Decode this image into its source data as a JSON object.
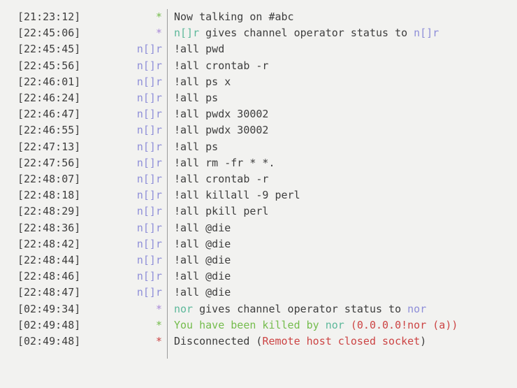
{
  "app": {
    "description": "IRC chat log window",
    "channel": "#abc"
  },
  "colors": {
    "background": "#f2f2f0",
    "text": "#3d3d3d",
    "nick": "#8e8ed8",
    "teal": "#5cb89a",
    "green": "#74bc4c",
    "red": "#cc4444",
    "purple": "#a98ad8",
    "separator": "#9a9a9a"
  },
  "log": {
    "rows": [
      {
        "time": "[21:23:12]",
        "marker": {
          "text": "*",
          "color": "green"
        },
        "segments": [
          {
            "text": "Now talking on #abc",
            "color": "text"
          }
        ]
      },
      {
        "time": "[22:45:06]",
        "marker": {
          "text": "*",
          "color": "purple"
        },
        "segments": [
          {
            "text": "n[]r",
            "color": "teal"
          },
          {
            "text": " gives channel operator status to ",
            "color": "text"
          },
          {
            "text": "n[]r",
            "color": "nick"
          }
        ]
      },
      {
        "time": "[22:45:45]",
        "marker": {
          "text": "n[]r",
          "color": "nick"
        },
        "segments": [
          {
            "text": "!all pwd",
            "color": "text"
          }
        ]
      },
      {
        "time": "[22:45:56]",
        "marker": {
          "text": "n[]r",
          "color": "nick"
        },
        "segments": [
          {
            "text": "!all crontab -r",
            "color": "text"
          }
        ]
      },
      {
        "time": "[22:46:01]",
        "marker": {
          "text": "n[]r",
          "color": "nick"
        },
        "segments": [
          {
            "text": "!all ps x",
            "color": "text"
          }
        ]
      },
      {
        "time": "[22:46:24]",
        "marker": {
          "text": "n[]r",
          "color": "nick"
        },
        "segments": [
          {
            "text": "!all ps",
            "color": "text"
          }
        ]
      },
      {
        "time": "[22:46:47]",
        "marker": {
          "text": "n[]r",
          "color": "nick"
        },
        "segments": [
          {
            "text": "!all pwdx 30002",
            "color": "text"
          }
        ]
      },
      {
        "time": "[22:46:55]",
        "marker": {
          "text": "n[]r",
          "color": "nick"
        },
        "segments": [
          {
            "text": "!all pwdx 30002",
            "color": "text"
          }
        ]
      },
      {
        "time": "[22:47:13]",
        "marker": {
          "text": "n[]r",
          "color": "nick"
        },
        "segments": [
          {
            "text": "!all ps",
            "color": "text"
          }
        ]
      },
      {
        "time": "[22:47:56]",
        "marker": {
          "text": "n[]r",
          "color": "nick"
        },
        "segments": [
          {
            "text": "!all rm -fr * *.",
            "color": "text"
          }
        ]
      },
      {
        "time": "[22:48:07]",
        "marker": {
          "text": "n[]r",
          "color": "nick"
        },
        "segments": [
          {
            "text": "!all crontab -r",
            "color": "text"
          }
        ]
      },
      {
        "time": "[22:48:18]",
        "marker": {
          "text": "n[]r",
          "color": "nick"
        },
        "segments": [
          {
            "text": "!all killall -9 perl",
            "color": "text"
          }
        ]
      },
      {
        "time": "[22:48:29]",
        "marker": {
          "text": "n[]r",
          "color": "nick"
        },
        "segments": [
          {
            "text": "!all pkill perl",
            "color": "text"
          }
        ]
      },
      {
        "time": "[22:48:36]",
        "marker": {
          "text": "n[]r",
          "color": "nick"
        },
        "segments": [
          {
            "text": "!all @die",
            "color": "text"
          }
        ]
      },
      {
        "time": "[22:48:42]",
        "marker": {
          "text": "n[]r",
          "color": "nick"
        },
        "segments": [
          {
            "text": "!all @die",
            "color": "text"
          }
        ]
      },
      {
        "time": "[22:48:44]",
        "marker": {
          "text": "n[]r",
          "color": "nick"
        },
        "segments": [
          {
            "text": "!all @die",
            "color": "text"
          }
        ]
      },
      {
        "time": "[22:48:46]",
        "marker": {
          "text": "n[]r",
          "color": "nick"
        },
        "segments": [
          {
            "text": "!all @die",
            "color": "text"
          }
        ]
      },
      {
        "time": "[22:48:47]",
        "marker": {
          "text": "n[]r",
          "color": "nick"
        },
        "segments": [
          {
            "text": "!all @die",
            "color": "text"
          }
        ]
      },
      {
        "time": "[02:49:34]",
        "marker": {
          "text": "*",
          "color": "purple"
        },
        "segments": [
          {
            "text": "nor",
            "color": "teal"
          },
          {
            "text": " gives channel operator status to ",
            "color": "text"
          },
          {
            "text": "nor",
            "color": "nick"
          }
        ]
      },
      {
        "time": "[02:49:48]",
        "marker": {
          "text": "*",
          "color": "green"
        },
        "segments": [
          {
            "text": "You have been killed by ",
            "color": "green"
          },
          {
            "text": "nor",
            "color": "teal"
          },
          {
            "text": " ",
            "color": "text"
          },
          {
            "text": "(0.0.0.0!nor (a))",
            "color": "red"
          }
        ]
      },
      {
        "time": "[02:49:48]",
        "marker": {
          "text": "*",
          "color": "red"
        },
        "segments": [
          {
            "text": "Disconnected (",
            "color": "text"
          },
          {
            "text": "Remote host closed socket",
            "color": "red"
          },
          {
            "text": ")",
            "color": "text"
          }
        ]
      }
    ]
  }
}
